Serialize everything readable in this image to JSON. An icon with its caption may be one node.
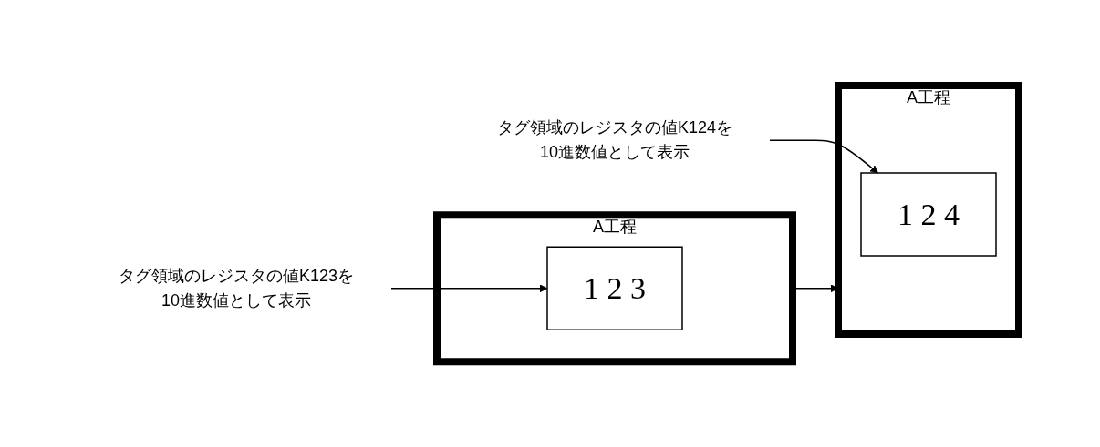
{
  "diagram": {
    "nodes": [
      {
        "text": [
          "A工程"
        ]
      },
      {
        "text": [
          "1 2 3"
        ],
        "in": 0
      },
      {
        "text": [
          "タグ領域のレジスタの値K123を10進数値として表示"
        ]
      },
      {
        "text": [
          "A工程"
        ]
      },
      {
        "text": [
          "1 2 4"
        ],
        "in": 3
      },
      {
        "text": [
          "タグ領域のレジスタの値K124を10進数値として表示"
        ]
      }
    ],
    "edges": [
      {
        "from": 0,
        "to": 3,
        "arrow": "to"
      },
      {
        "from": 2,
        "to": 1,
        "arrow": "to"
      },
      {
        "from": 5,
        "to": 4,
        "arrow": "to"
      }
    ]
  }
}
